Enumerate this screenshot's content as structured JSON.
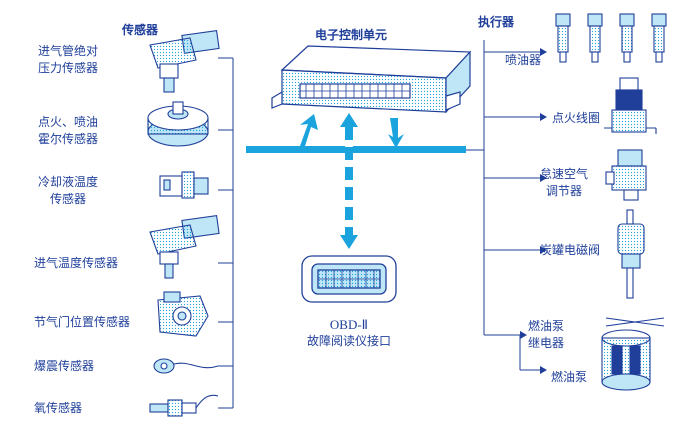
{
  "diagram": {
    "colors": {
      "ink": "#1f3f9a",
      "cyan": "#1aa3dc",
      "light": "#bfe6f6",
      "outline": "#1f3f9a"
    },
    "sensors_header": "传感器",
    "ecu_title": "电子控制单元",
    "actuators_header": "执行器",
    "obd": {
      "line1": "OBD-Ⅱ",
      "line2": "故障阅读仪接口"
    },
    "sensors": [
      {
        "line1": "进气管绝对",
        "line2": "压力传感器"
      },
      {
        "line1": "点火、喷油",
        "line2": "霍尔传感器"
      },
      {
        "line1": "冷却液温度",
        "line2": "传感器"
      },
      {
        "line1": "进气温度传感器",
        "line2": ""
      },
      {
        "line1": "节气门位置传感器",
        "line2": ""
      },
      {
        "line1": "爆震传感器",
        "line2": ""
      },
      {
        "line1": "氧传感器",
        "line2": ""
      }
    ],
    "actuators": [
      {
        "line1": "喷油器",
        "line2": ""
      },
      {
        "line1": "点火线圈",
        "line2": ""
      },
      {
        "line1": "怠速空气",
        "line2": "调节器"
      },
      {
        "line1": "炭罐电磁阀",
        "line2": ""
      },
      {
        "line1": "燃油泵",
        "line2": "继电器"
      },
      {
        "line1": "燃油泵",
        "line2": ""
      }
    ]
  }
}
